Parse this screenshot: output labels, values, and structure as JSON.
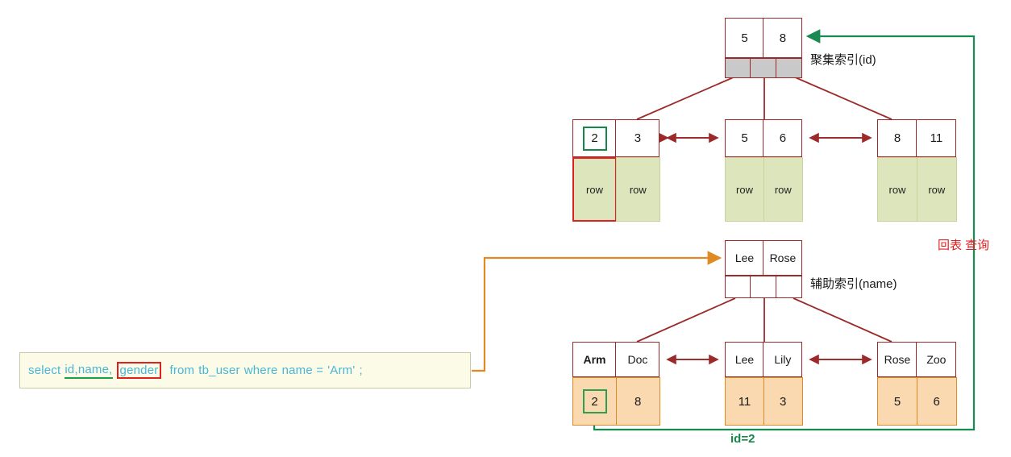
{
  "diagram": {
    "title_clustered": "聚集索引(id)",
    "title_secondary": "辅助索引(name)",
    "back_to_table_label": "回表 查询",
    "id_label": "id=2"
  },
  "clustered_index": {
    "root": {
      "keys": [
        "5",
        "8"
      ],
      "pointers": 3,
      "pointer_fill": "gray"
    },
    "leaves": [
      {
        "keys": [
          "2",
          "3"
        ],
        "rows": [
          "row",
          "row"
        ],
        "highlight_key": "2",
        "highlight_row_index": 0
      },
      {
        "keys": [
          "5",
          "6"
        ],
        "rows": [
          "row",
          "row"
        ],
        "highlight_key": null,
        "highlight_row_index": null
      },
      {
        "keys": [
          "8",
          "11"
        ],
        "rows": [
          "row",
          "row"
        ],
        "highlight_key": null,
        "highlight_row_index": null
      }
    ]
  },
  "secondary_index": {
    "root": {
      "keys": [
        "Lee",
        "Rose"
      ],
      "pointers": 3,
      "pointer_fill": "white"
    },
    "leaves": [
      {
        "keys": [
          "Arm",
          "Doc"
        ],
        "ids": [
          "2",
          "8"
        ],
        "bold_key": "Arm",
        "highlight_id": "2"
      },
      {
        "keys": [
          "Lee",
          "Lily"
        ],
        "ids": [
          "11",
          "3"
        ],
        "bold_key": null,
        "highlight_id": null
      },
      {
        "keys": [
          "Rose",
          "Zoo"
        ],
        "ids": [
          "5",
          "6"
        ],
        "bold_key": null,
        "highlight_id": null
      }
    ]
  },
  "sql": {
    "t1": "select",
    "t2": "id,name,",
    "t3": "gender",
    "t4": "from",
    "t5": "tb_user",
    "t6": "where",
    "t7": "name =",
    "t8": "'Arm'",
    "t9": ";"
  },
  "colors": {
    "node_border": "#9c2a2a",
    "row_fill": "#dde5bc",
    "id_fill": "#fad9b0",
    "id_border": "#e08a22",
    "green": "#15874b",
    "red": "#e02020",
    "orange": "#e08a22",
    "sql_text": "#49b6d6"
  }
}
